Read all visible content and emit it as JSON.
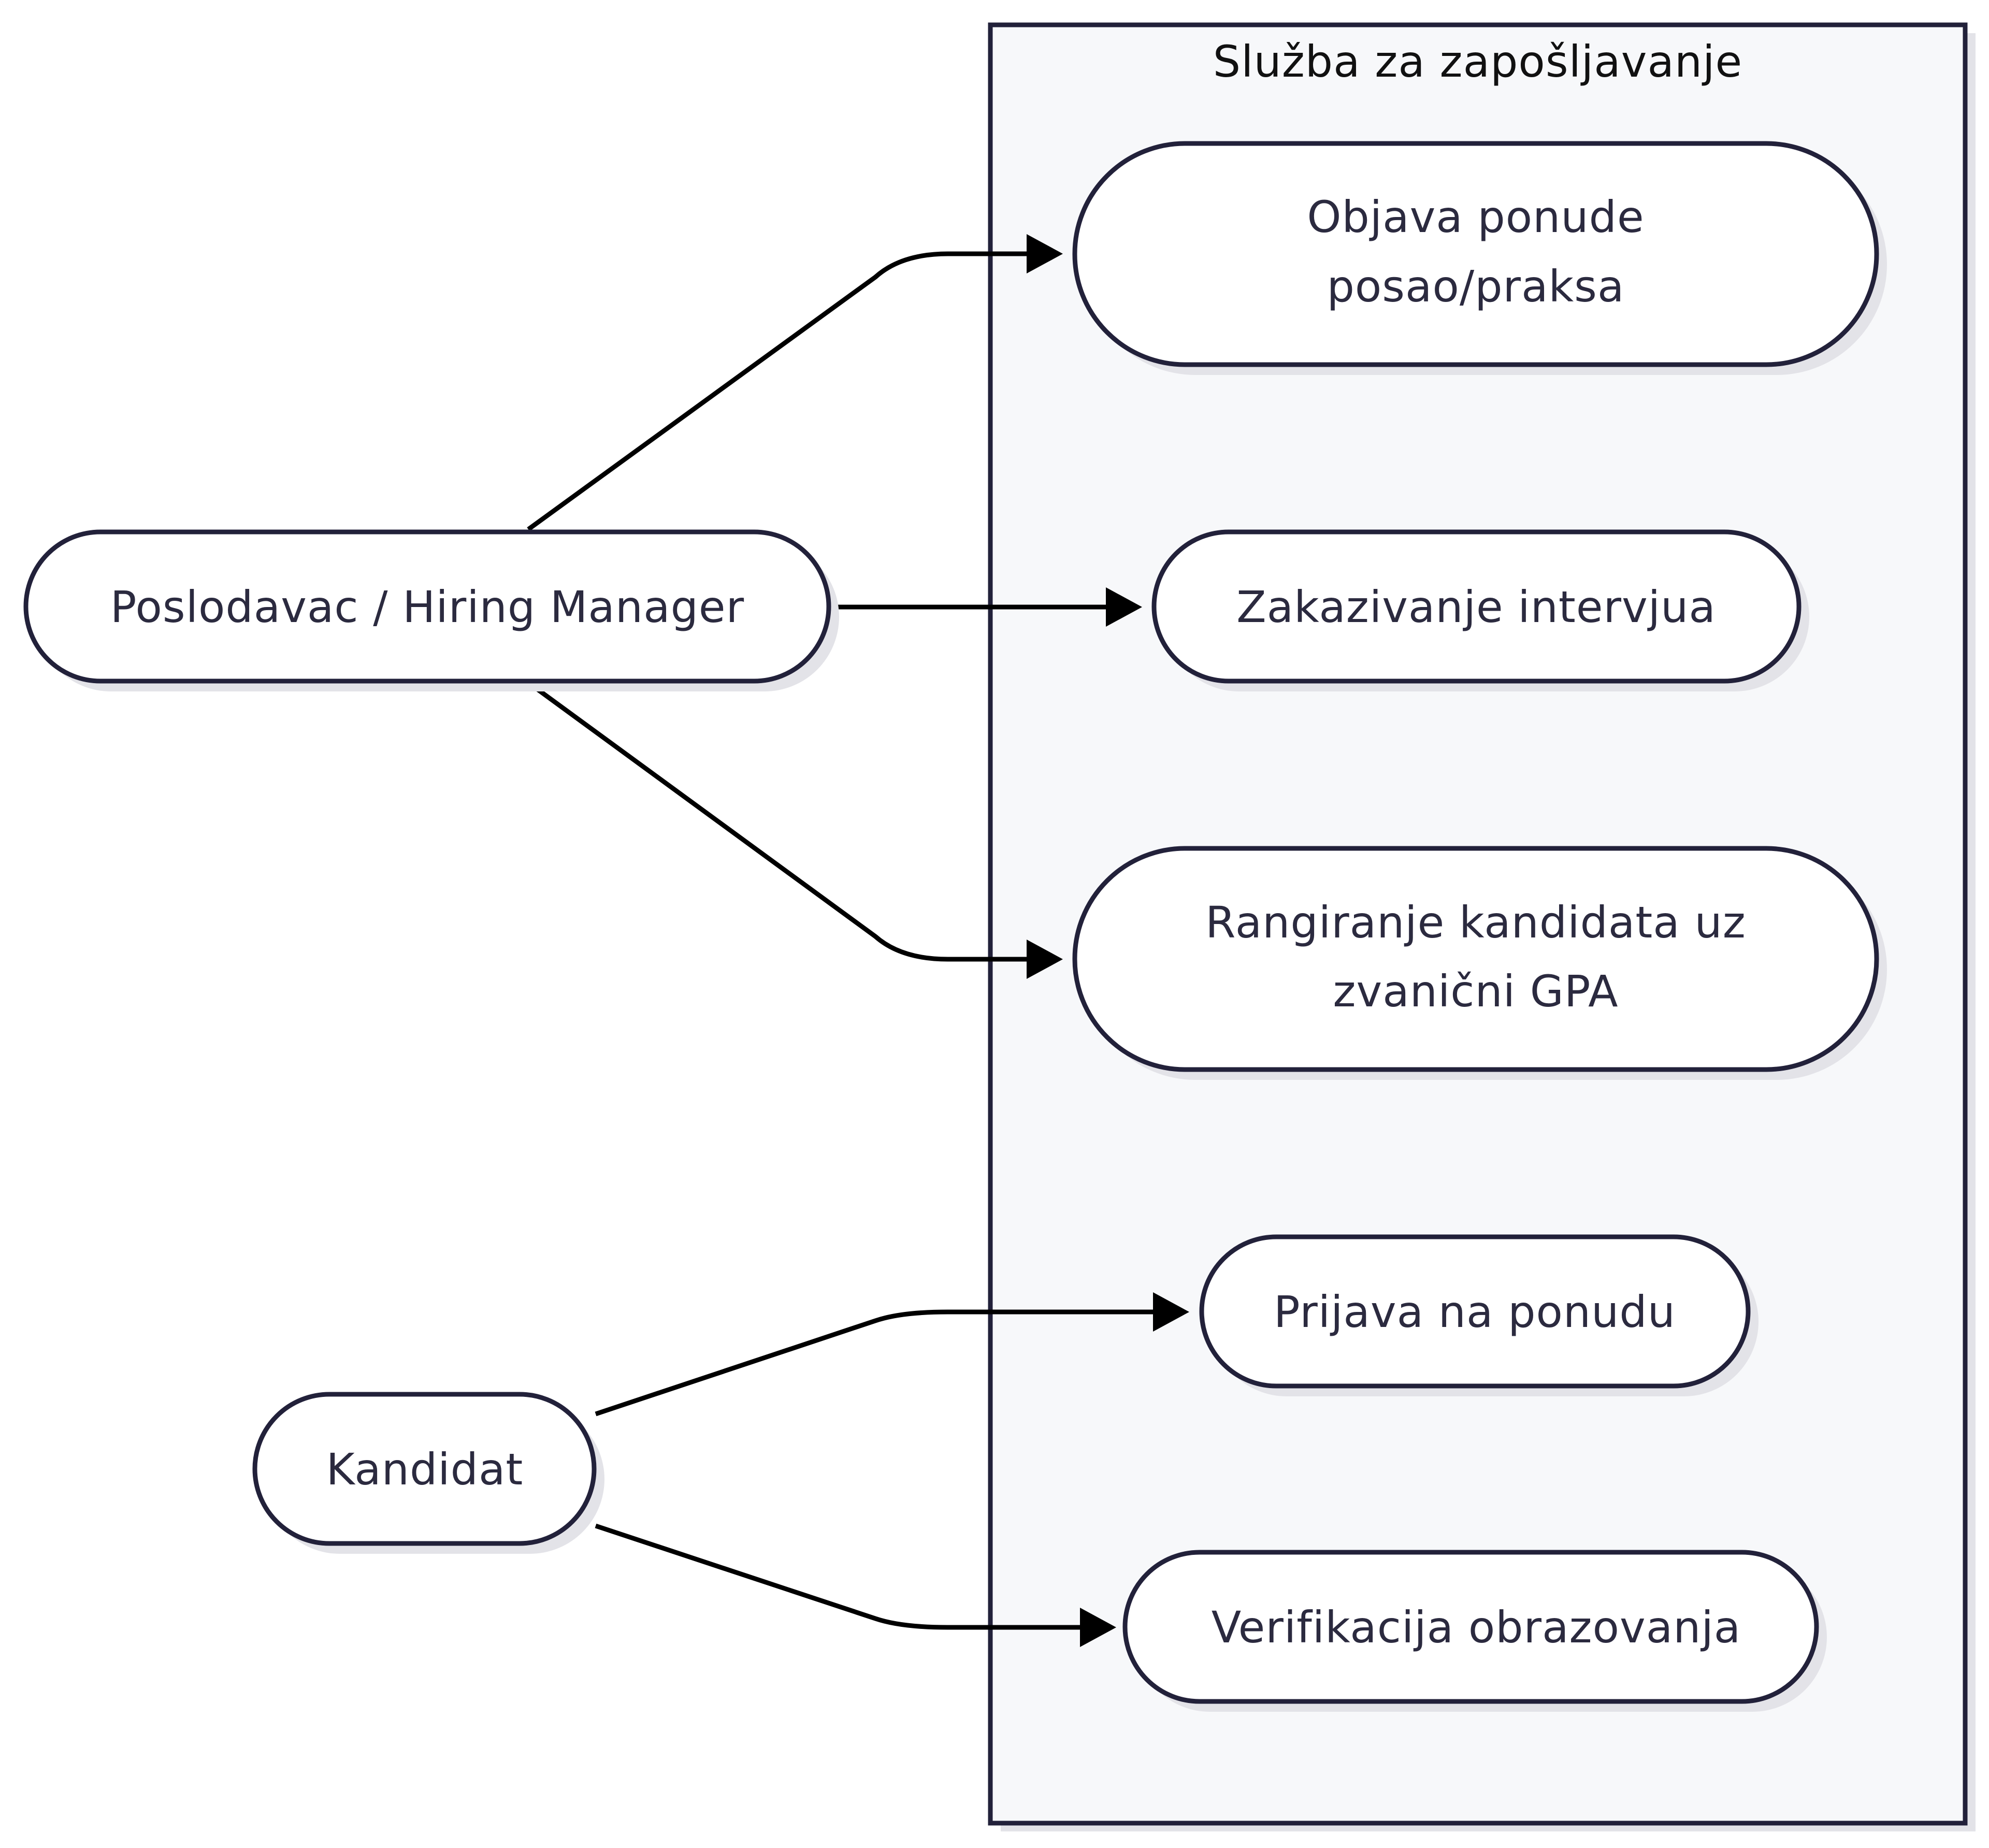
{
  "system": {
    "title": "Služba za zapošljavanje"
  },
  "actors": {
    "employer": "Poslodavac / Hiring Manager",
    "candidate": "Kandidat"
  },
  "use_cases": {
    "publish_offer": [
      "Objava ponude",
      "posao/praksa"
    ],
    "schedule_interview": "Zakazivanje intervjua",
    "rank_candidates": [
      "Rangiranje kandidata uz",
      "zvanični GPA"
    ],
    "apply_offer": "Prijava na ponudu",
    "verify_education": "Verifikacija obrazovanja"
  },
  "colors": {
    "stroke": "#22213a",
    "text": "#2b2a3f",
    "boundary_fill": "#f7f8fa",
    "shadow": "#e3e3e8",
    "arrow": "#000000"
  }
}
